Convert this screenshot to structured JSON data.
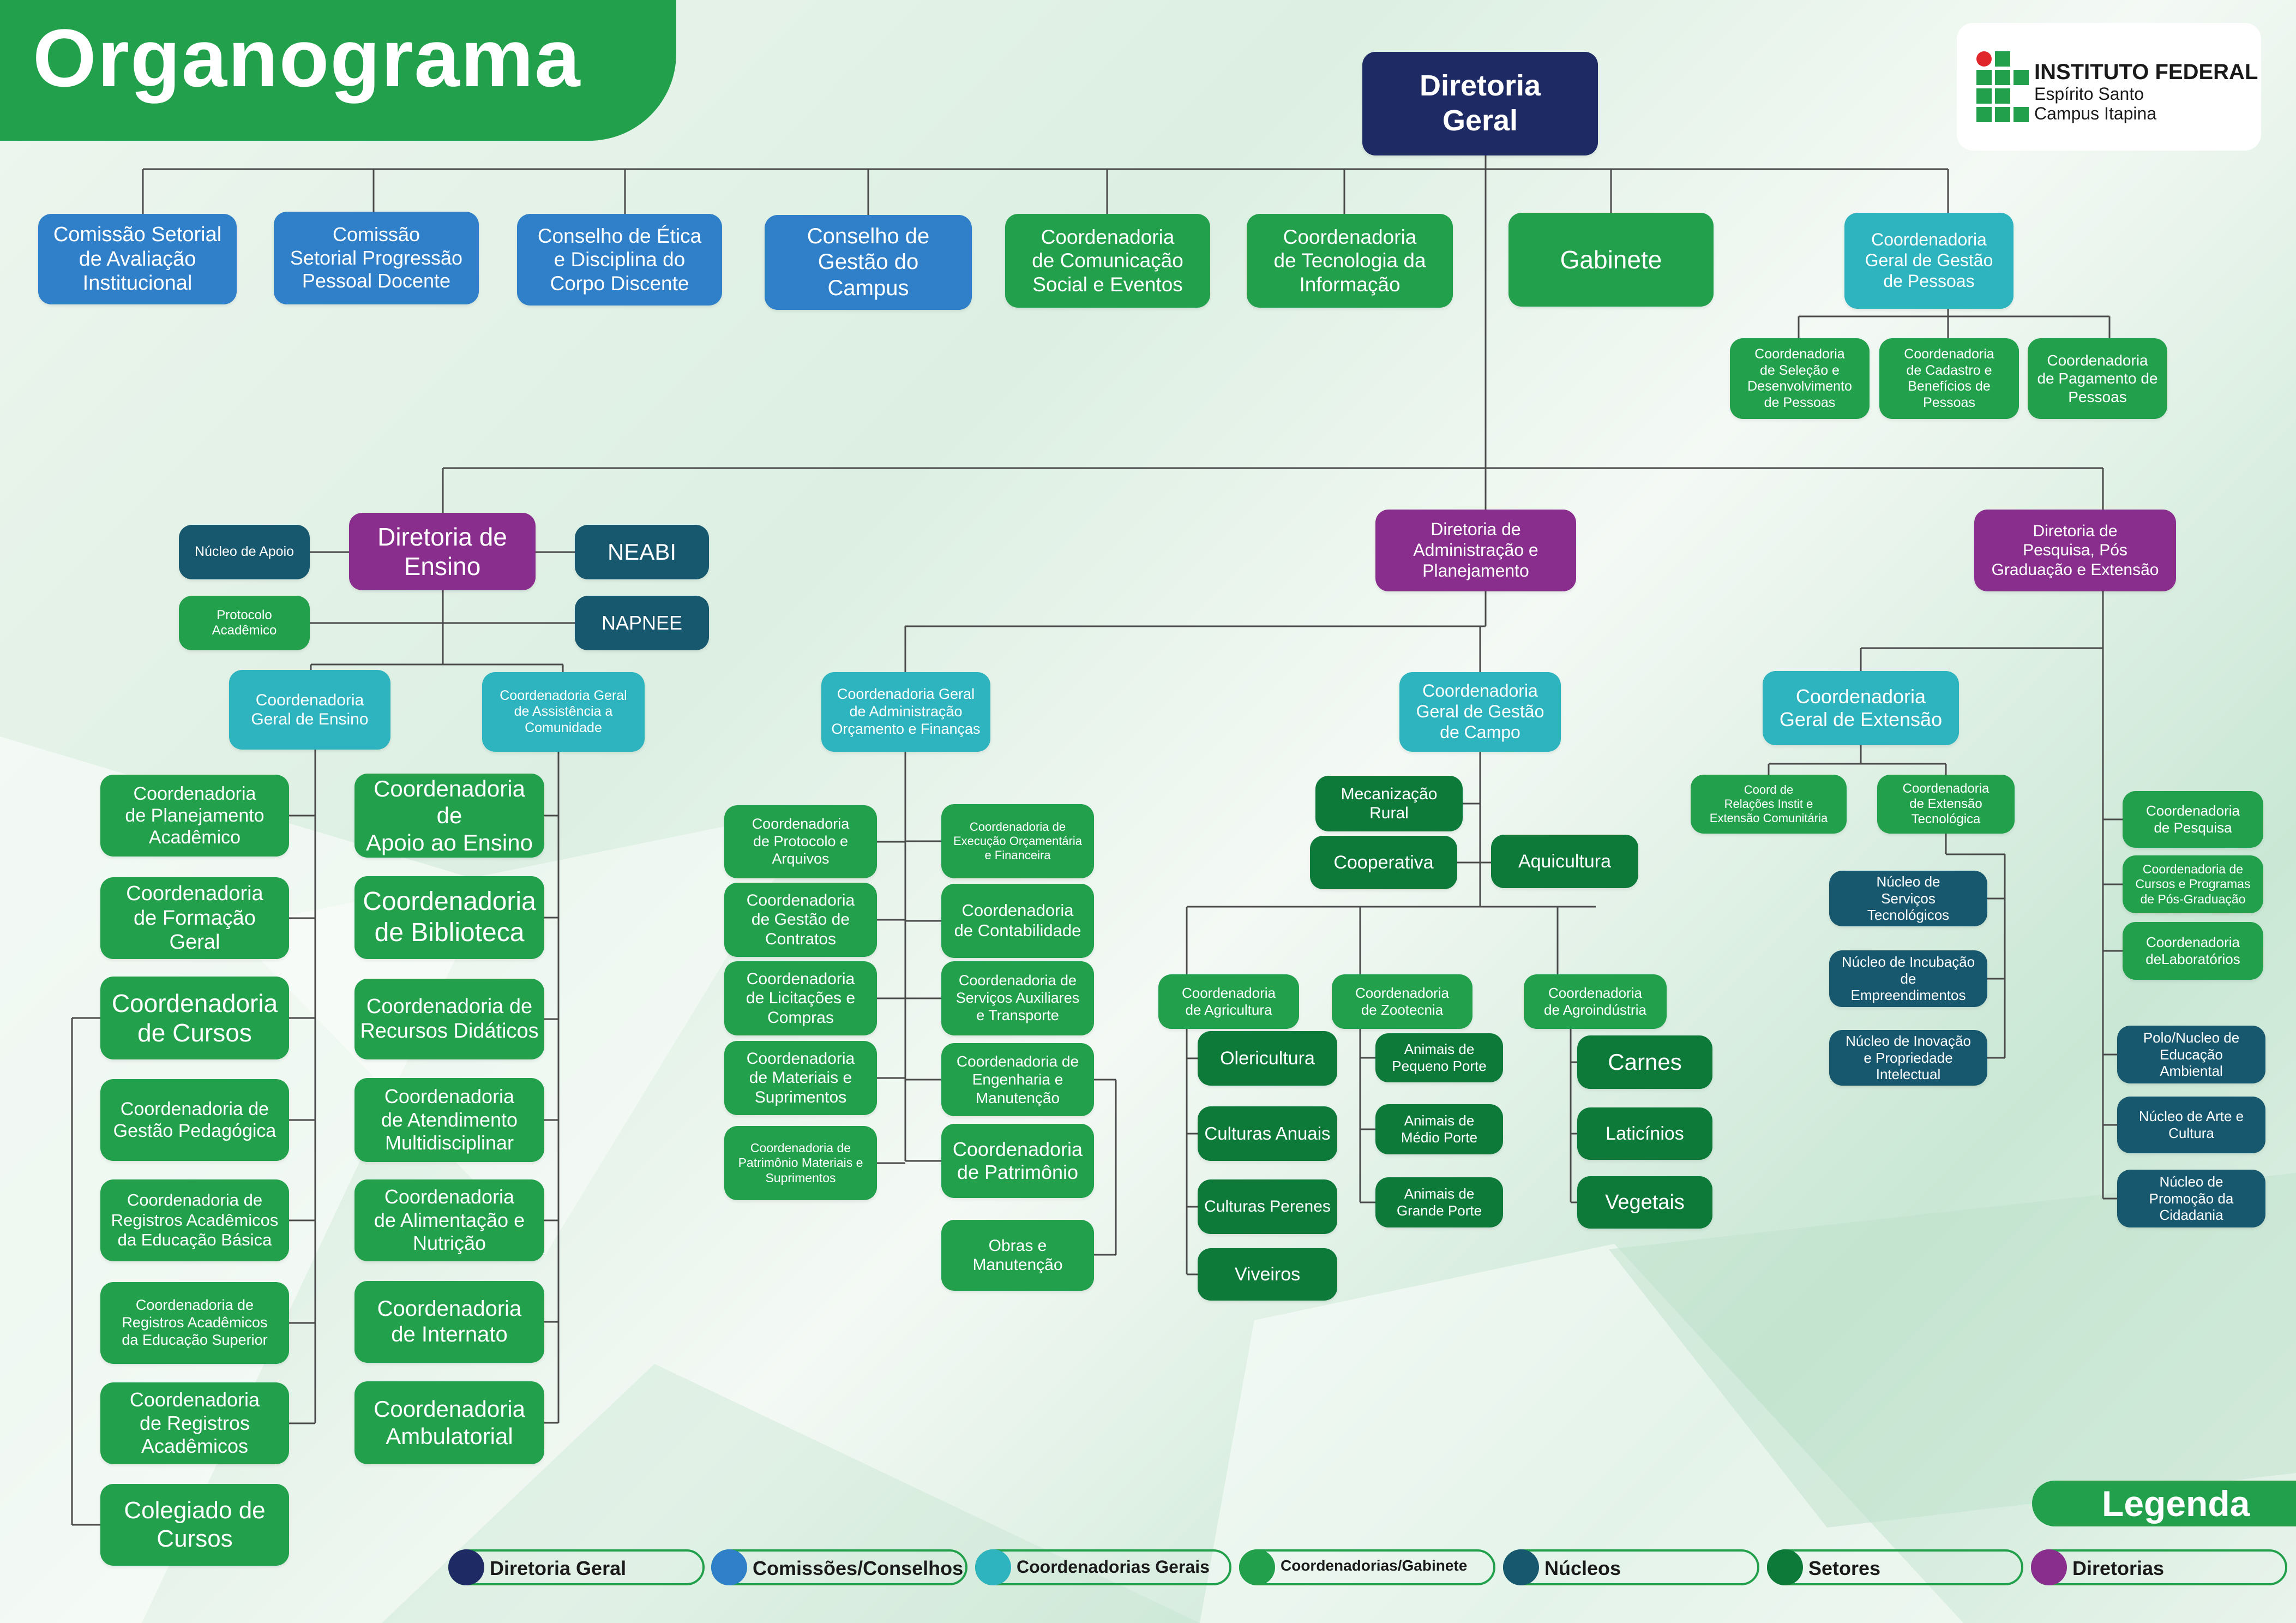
{
  "title": "Organograma",
  "logo": {
    "name": "INSTITUTO FEDERAL",
    "line2": "Espírito Santo",
    "line3": "Campus Itapina"
  },
  "colors": {
    "diretoria_geral": "#1e2a63",
    "comissoes_conselhos": "#2f80c9",
    "coordenadorias_gerais": "#2db4bf",
    "coordenadorias_gabinete": "#22a04b",
    "nucleos": "#17586f",
    "setores": "#0d7a3a",
    "diretorias": "#8a2e8e",
    "line": "#4a4a4a"
  },
  "legend": {
    "title": "Legenda",
    "items": [
      {
        "key": "dg",
        "label": "Diretoria Geral"
      },
      {
        "key": "cc",
        "label": "Comissões/Conselhos"
      },
      {
        "key": "cg",
        "label": "Coordenadorias Gerais"
      },
      {
        "key": "co",
        "label": "Coordenadorias/Gabinete"
      },
      {
        "key": "nu",
        "label": "Núcleos"
      },
      {
        "key": "se",
        "label": "Setores"
      },
      {
        "key": "di",
        "label": "Diretorias"
      }
    ]
  },
  "nodes": {
    "dirgeral": {
      "type": "dg",
      "text": "Diretoria\nGeral"
    },
    "csai": {
      "type": "cc",
      "text": "Comissão Setorial\nde Avaliação\nInstitucional"
    },
    "cspp": {
      "type": "cc",
      "text": "Comissão\nSetorial Progressão\nPessoal Docente"
    },
    "cedcd": {
      "type": "cc",
      "text": "Conselho de Ética\ne Disciplina do\nCorpo Discente"
    },
    "cgc": {
      "type": "cc",
      "text": "Conselho de\nGestão do\nCampus"
    },
    "ccse": {
      "type": "co",
      "text": "Coordenadoria\nde Comunicação\nSocial e Eventos"
    },
    "cti": {
      "type": "co",
      "text": "Coordenadoria\nde Tecnologia da\nInformação"
    },
    "gab": {
      "type": "co",
      "text": "Gabinete"
    },
    "cggp": {
      "type": "cg",
      "text": "Coordenadoria\nGeral de Gestão\nde Pessoas"
    },
    "csdp": {
      "type": "co",
      "text": "Coordenadoria\nde Seleção e\nDesenvolvimento\nde Pessoas"
    },
    "ccbp": {
      "type": "co",
      "text": "Coordenadoria\nde Cadastro e\nBenefícios de\nPessoas"
    },
    "cpp": {
      "type": "co",
      "text": "Coordenadoria\nde Pagamento de\nPessoas"
    },
    "nucapoio": {
      "type": "nu",
      "text": "Núcleo de Apoio"
    },
    "dirensino": {
      "type": "di",
      "text": "Diretoria de\nEnsino"
    },
    "neabi": {
      "type": "nu",
      "text": "NEABI"
    },
    "protocolo": {
      "type": "co",
      "text": "Protocolo\nAcadêmico"
    },
    "napnee": {
      "type": "nu",
      "text": "NAPNEE"
    },
    "cgensino": {
      "type": "cg",
      "text": "Coordenadoria\nGeral de Ensino"
    },
    "cgac": {
      "type": "cg",
      "text": "Coordenadoria Geral\nde Assistência a\nComunidade"
    },
    "cpa": {
      "type": "co",
      "text": "Coordenadoria\nde Planejamento\nAcadêmico"
    },
    "cfg": {
      "type": "co",
      "text": "Coordenadoria\nde Formação\nGeral"
    },
    "ccursos": {
      "type": "co",
      "text": "Coordenadoria\nde Cursos"
    },
    "cgp": {
      "type": "co",
      "text": "Coordenadoria de\nGestão Pedagógica"
    },
    "crab": {
      "type": "co",
      "text": "Coordenadoria de\nRegistros Acadêmicos\nda Educação Básica"
    },
    "cras": {
      "type": "co",
      "text": "Coordenadoria de\nRegistros Acadêmicos\nda Educação Superior"
    },
    "cra": {
      "type": "co",
      "text": "Coordenadoria\nde Registros\nAcadêmicos"
    },
    "colegiado": {
      "type": "co",
      "text": "Colegiado de\nCursos"
    },
    "cae": {
      "type": "co",
      "text": "Coordenadoria de\nApoio ao Ensino"
    },
    "cbib": {
      "type": "co",
      "text": "Coordenadoria\nde Biblioteca"
    },
    "crd": {
      "type": "co",
      "text": "Coordenadoria de\nRecursos Didáticos"
    },
    "cam": {
      "type": "co",
      "text": "Coordenadoria\nde Atendimento\nMultidisciplinar"
    },
    "can": {
      "type": "co",
      "text": "Coordenadoria\nde Alimentação e\nNutrição"
    },
    "cint": {
      "type": "co",
      "text": "Coordenadoria\nde Internato"
    },
    "camb": {
      "type": "co",
      "text": "Coordenadoria\nAmbulatorial"
    },
    "dirap": {
      "type": "di",
      "text": "Diretoria de\nAdministração e\nPlanejamento"
    },
    "cgaof": {
      "type": "cg",
      "text": "Coordenadoria Geral\nde Administração\nOrçamento e Finanças"
    },
    "cpra": {
      "type": "co",
      "text": "Coordenadoria\nde Protocolo e\nArquivos"
    },
    "cgcon": {
      "type": "co",
      "text": "Coordenadoria\nde Gestão de\nContratos"
    },
    "clc": {
      "type": "co",
      "text": "Coordenadoria\nde Licitações e\nCompras"
    },
    "cms": {
      "type": "co",
      "text": "Coordenadoria\nde Materiais e\nSuprimentos"
    },
    "cpms": {
      "type": "co",
      "text": "Coordenadoria de\nPatrimônio Materiais e\nSuprimentos"
    },
    "ceof": {
      "type": "co",
      "text": "Coordenadoria de\nExecução Orçamentária\ne Financeira"
    },
    "ccont": {
      "type": "co",
      "text": "Coordenadoria\nde Contabilidade"
    },
    "csat": {
      "type": "co",
      "text": "Coordenadoria de\nServiços Auxiliares\ne Transporte"
    },
    "cem": {
      "type": "co",
      "text": "Coordenadoria de\nEngenharia e\nManutenção"
    },
    "cpat": {
      "type": "co",
      "text": "Coordenadoria\nde Patrimônio"
    },
    "obras": {
      "type": "co",
      "text": "Obras e\nManutenção"
    },
    "cggc": {
      "type": "cg",
      "text": "Coordenadoria\nGeral de Gestão\nde Campo"
    },
    "mecrural": {
      "type": "se",
      "text": "Mecanização\nRural"
    },
    "cooperativa": {
      "type": "se",
      "text": "Cooperativa"
    },
    "aquicultura": {
      "type": "se",
      "text": "Aquicultura"
    },
    "cagri": {
      "type": "co",
      "text": "Coordenadoria\nde Agricultura"
    },
    "czoo": {
      "type": "co",
      "text": "Coordenadoria\nde Zootecnia"
    },
    "cagro": {
      "type": "co",
      "text": "Coordenadoria\nde Agroindústria"
    },
    "olericultura": {
      "type": "se",
      "text": "Olericultura"
    },
    "culturasanuais": {
      "type": "se",
      "text": "Culturas Anuais"
    },
    "culturasperenes": {
      "type": "se",
      "text": "Culturas Perenes"
    },
    "viveiros": {
      "type": "se",
      "text": "Viveiros"
    },
    "animpeq": {
      "type": "se",
      "text": "Animais de\nPequeno Porte"
    },
    "animmed": {
      "type": "se",
      "text": "Animais de\nMédio Porte"
    },
    "animgrd": {
      "type": "se",
      "text": "Animais de\nGrande Porte"
    },
    "carnes": {
      "type": "se",
      "text": "Carnes"
    },
    "laticinios": {
      "type": "se",
      "text": "Laticínios"
    },
    "vegetais": {
      "type": "se",
      "text": "Vegetais"
    },
    "dirppge": {
      "type": "di",
      "text": "Diretoria de\nPesquisa, Pós\nGraduação e Extensão"
    },
    "cgext": {
      "type": "cg",
      "text": "Coordenadoria\nGeral de Extensão"
    },
    "crie": {
      "type": "co",
      "text": "Coord de\nRelações Instit e\nExtensão Comunitária"
    },
    "cet": {
      "type": "co",
      "text": "Coordenadoria\nde Extensão\nTecnológica"
    },
    "nst": {
      "type": "nu",
      "text": "Núcleo de\nServiços\nTecnológicos"
    },
    "nie": {
      "type": "nu",
      "text": "Núcleo de Incubação\nde\nEmpreendimentos"
    },
    "nipi": {
      "type": "nu",
      "text": "Núcleo de Inovação\ne Propriedade\nIntelectual"
    },
    "cpesq": {
      "type": "co",
      "text": "Coordenadoria\nde Pesquisa"
    },
    "ccppg": {
      "type": "co",
      "text": "Coordenadoria de\nCursos e Programas\nde Pós-Graduação"
    },
    "clab": {
      "type": "co",
      "text": "Coordenadoria\ndeLaboratórios"
    },
    "polo": {
      "type": "nu",
      "text": "Polo/Nucleo de\nEducação\nAmbiental"
    },
    "narte": {
      "type": "nu",
      "text": "Núcleo de Arte e\nCultura"
    },
    "npc": {
      "type": "nu",
      "text": "Núcleo de\nPromoção da\nCidadania"
    }
  }
}
